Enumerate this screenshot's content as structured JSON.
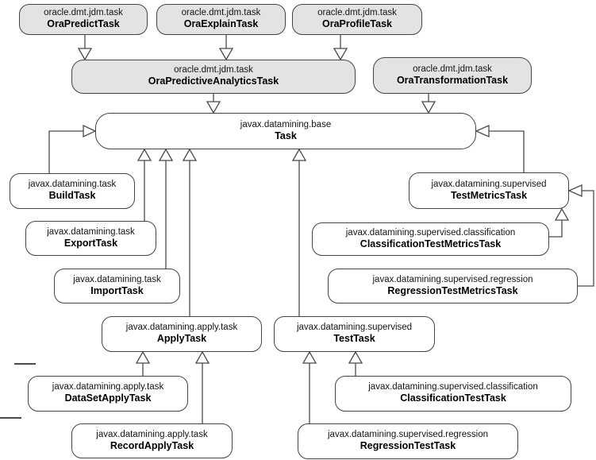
{
  "diagram": {
    "background": "#ffffff",
    "node_border_color": "#434343",
    "line_color": "#4a4a4a",
    "gray_node_fill": "#e3e3e3",
    "white_node_fill": "#ffffff",
    "arrow_style": "hollow-triangle-generalization"
  },
  "nodes": {
    "ora_predict": {
      "package": "oracle.dmt.jdm.task",
      "name": "OraPredictTask",
      "fill": "gray"
    },
    "ora_explain": {
      "package": "oracle.dmt.jdm.task",
      "name": "OraExplainTask",
      "fill": "gray"
    },
    "ora_profile": {
      "package": "oracle.dmt.jdm.task",
      "name": "OraProfileTask",
      "fill": "gray"
    },
    "ora_predictive_analytics": {
      "package": "oracle.dmt.jdm.task",
      "name": "OraPredictiveAnalyticsTask",
      "fill": "gray"
    },
    "ora_transformation": {
      "package": "oracle.dmt.jdm.task",
      "name": "OraTransformationTask",
      "fill": "gray"
    },
    "task": {
      "package": "javax.datamining.base",
      "name": "Task",
      "fill": "white"
    },
    "build": {
      "package": "javax.datamining.task",
      "name": "BuildTask",
      "fill": "white"
    },
    "export": {
      "package": "javax.datamining.task",
      "name": "ExportTask",
      "fill": "white"
    },
    "import": {
      "package": "javax.datamining.task",
      "name": "ImportTask",
      "fill": "white"
    },
    "apply": {
      "package": "javax.datamining.apply.task",
      "name": "ApplyTask",
      "fill": "white"
    },
    "test": {
      "package": "javax.datamining.supervised",
      "name": "TestTask",
      "fill": "white"
    },
    "test_metrics": {
      "package": "javax.datamining.supervised",
      "name": "TestMetricsTask",
      "fill": "white"
    },
    "classification_test_metrics": {
      "package": "javax.datamining.supervised.classification",
      "name": "ClassificationTestMetricsTask",
      "fill": "white"
    },
    "regression_test_metrics": {
      "package": "javax.datamining.supervised.regression",
      "name": "RegressionTestMetricsTask",
      "fill": "white"
    },
    "dataset_apply": {
      "package": "javax.datamining.apply.task",
      "name": "DataSetApplyTask",
      "fill": "white"
    },
    "record_apply": {
      "package": "javax.datamining.apply.task",
      "name": "RecordApplyTask",
      "fill": "white"
    },
    "classification_test": {
      "package": "javax.datamining.supervised.classification",
      "name": "ClassificationTestTask",
      "fill": "white"
    },
    "regression_test": {
      "package": "javax.datamining.supervised.regression",
      "name": "RegressionTestTask",
      "fill": "white"
    }
  },
  "edges": [
    {
      "from": "OraPredictTask",
      "to": "OraPredictiveAnalyticsTask",
      "type": "generalization"
    },
    {
      "from": "OraExplainTask",
      "to": "OraPredictiveAnalyticsTask",
      "type": "generalization"
    },
    {
      "from": "OraProfileTask",
      "to": "OraPredictiveAnalyticsTask",
      "type": "generalization"
    },
    {
      "from": "OraPredictiveAnalyticsTask",
      "to": "Task",
      "type": "generalization"
    },
    {
      "from": "OraTransformationTask",
      "to": "Task",
      "type": "generalization"
    },
    {
      "from": "BuildTask",
      "to": "Task",
      "type": "generalization"
    },
    {
      "from": "ExportTask",
      "to": "Task",
      "type": "generalization"
    },
    {
      "from": "ImportTask",
      "to": "Task",
      "type": "generalization"
    },
    {
      "from": "ApplyTask",
      "to": "Task",
      "type": "generalization"
    },
    {
      "from": "TestTask",
      "to": "Task",
      "type": "generalization"
    },
    {
      "from": "TestMetricsTask",
      "to": "Task",
      "type": "generalization"
    },
    {
      "from": "ClassificationTestMetricsTask",
      "to": "TestMetricsTask",
      "type": "generalization"
    },
    {
      "from": "RegressionTestMetricsTask",
      "to": "TestMetricsTask",
      "type": "generalization"
    },
    {
      "from": "DataSetApplyTask",
      "to": "ApplyTask",
      "type": "generalization"
    },
    {
      "from": "RecordApplyTask",
      "to": "ApplyTask",
      "type": "generalization"
    },
    {
      "from": "ClassificationTestTask",
      "to": "TestTask",
      "type": "generalization"
    },
    {
      "from": "RegressionTestTask",
      "to": "TestTask",
      "type": "generalization"
    }
  ]
}
